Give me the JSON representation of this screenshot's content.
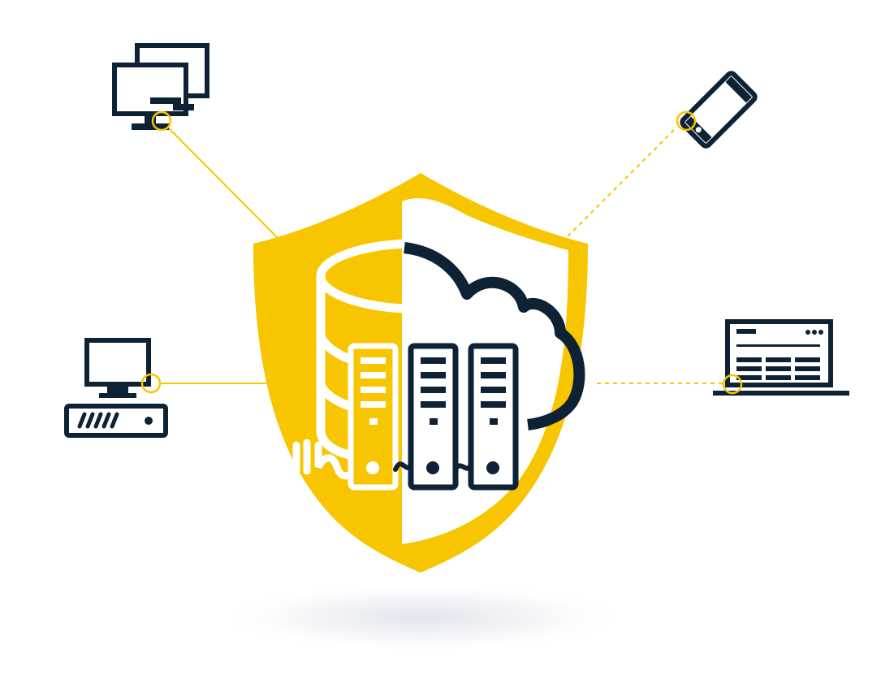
{
  "colors": {
    "accent": "#F7C600",
    "dark": "#0E2235",
    "shield_light": "#FFFFFF",
    "shadow": "#DDE1EA"
  },
  "icons": {
    "center": [
      "shield-icon",
      "database-icon",
      "cloud-icon",
      "server-icon"
    ],
    "devices": [
      "dual-monitor-icon",
      "smartphone-icon",
      "desktop-computer-icon",
      "laptop-icon"
    ]
  },
  "connections": [
    {
      "from": "dual-monitor",
      "style": "solid"
    },
    {
      "from": "smartphone",
      "style": "dashed"
    },
    {
      "from": "desktop-computer",
      "style": "solid"
    },
    {
      "from": "laptop",
      "style": "dashed"
    }
  ]
}
